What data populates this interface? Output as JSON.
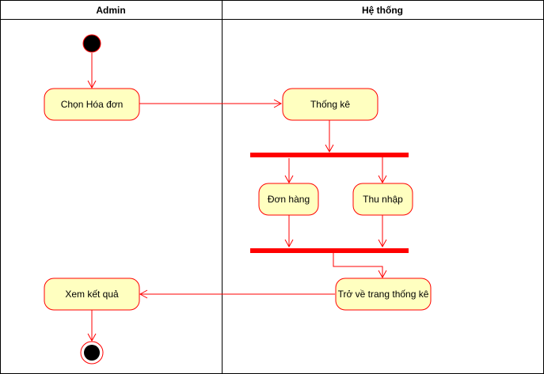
{
  "swimlanes": [
    {
      "title": "Admin"
    },
    {
      "title": "Hệ thống"
    }
  ],
  "nodes": {
    "chon_hoa_don": "Chọn Hóa đơn",
    "thong_ke": "Thống kê",
    "don_hang": "Đơn hàng",
    "thu_nhap": "Thu nhập",
    "tro_ve": "Trở về trang thống kê",
    "xem_ket_qua": "Xem kết quả"
  },
  "colors": {
    "stroke": "#ff0000",
    "node_fill": "#ffffc0",
    "start_fill": "#000000",
    "bar_fill": "#ff0000",
    "lane_border": "#000000"
  }
}
